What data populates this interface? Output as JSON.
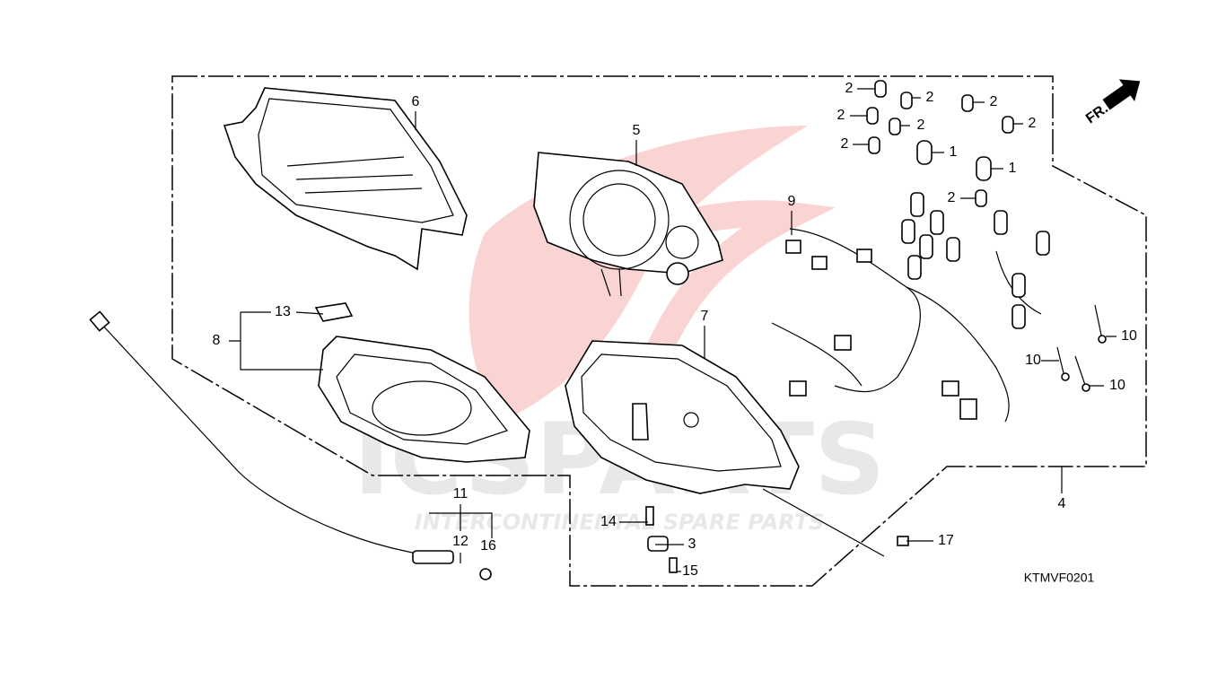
{
  "diagram": {
    "code": "KTMVF0201",
    "front_indicator": "FR.",
    "watermark": {
      "brand": "ICSPARTS",
      "tagline": "INTERCONTINENTAL SPARE PARTS",
      "color": "#e8403a"
    },
    "callouts": {
      "c1a": "1",
      "c1b": "1",
      "c2a": "2",
      "c2b": "2",
      "c2c": "2",
      "c2d": "2",
      "c2e": "2",
      "c2f": "2",
      "c2g": "2",
      "c2h": "2",
      "c3": "3",
      "c4": "4",
      "c5": "5",
      "c6": "6",
      "c7": "7",
      "c8": "8",
      "c9": "9",
      "c10a": "10",
      "c10b": "10",
      "c10c": "10",
      "c11": "11",
      "c12": "12",
      "c13": "13",
      "c14": "14",
      "c15": "15",
      "c16": "16",
      "c17": "17"
    }
  }
}
